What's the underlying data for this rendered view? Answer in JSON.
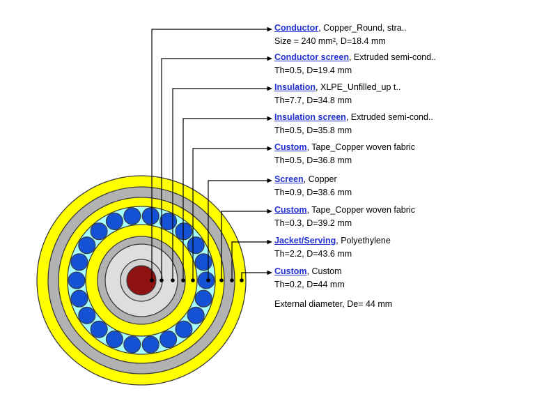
{
  "diagram": {
    "type": "cable-cross-section",
    "external_note": "External diameter, De= 44 mm",
    "colors": {
      "background": "#ffffff",
      "label_link_blue": "#2231cf",
      "text_black": "#000000",
      "leader_line": "#000000",
      "ring_border": "#3b3b3b",
      "conductor_red": "#8e1212",
      "semicon_light_gray": "#d2d2d2",
      "insulation_light_gray": "#dedede",
      "screen_gray": "#b2b2b2",
      "tape_yellow": "#ffff00",
      "screen_band_cyan": "#a5ffff",
      "screen_wire_blue": "#1551d4"
    },
    "layers": [
      {
        "name": "Conductor",
        "material": ", Copper_Round, stra..",
        "dims": "Size = 240 mm², D=18.4 mm",
        "fill": "#8e1212"
      },
      {
        "name": "Conductor screen",
        "material": ", Extruded semi-cond..",
        "dims": "Th=0.5, D=19.4 mm",
        "fill": "#d2d2d2"
      },
      {
        "name": "Insulation",
        "material": ", XLPE_Unfilled_up t..",
        "dims": "Th=7.7, D=34.8 mm",
        "fill": "#dedede"
      },
      {
        "name": "Insulation screen",
        "material": ", Extruded semi-cond..",
        "dims": "Th=0.5, D=35.8 mm",
        "fill": "#b2b2b2"
      },
      {
        "name": "Custom",
        "material": ", Tape_Copper woven fabric",
        "dims": "Th=0.5, D=36.8 mm",
        "fill": "#ffff00"
      },
      {
        "name": "Screen",
        "material": ", Copper",
        "dims": "Th=0.9, D=38.6 mm",
        "fill": "#a5ffff",
        "wire_fill": "#1551d4"
      },
      {
        "name": "Custom",
        "material": ", Tape_Copper woven fabric",
        "dims": "Th=0.3, D=39.2 mm",
        "fill": "#ffff00"
      },
      {
        "name": "Jacket/Serving",
        "material": ", Polyethylene",
        "dims": "Th=2.2, D=43.6 mm",
        "fill": "#ffff00"
      },
      {
        "name": "Custom",
        "material": ", Custom",
        "dims": "Th=0.2, D=44 mm",
        "fill": "#ffff00"
      }
    ]
  }
}
